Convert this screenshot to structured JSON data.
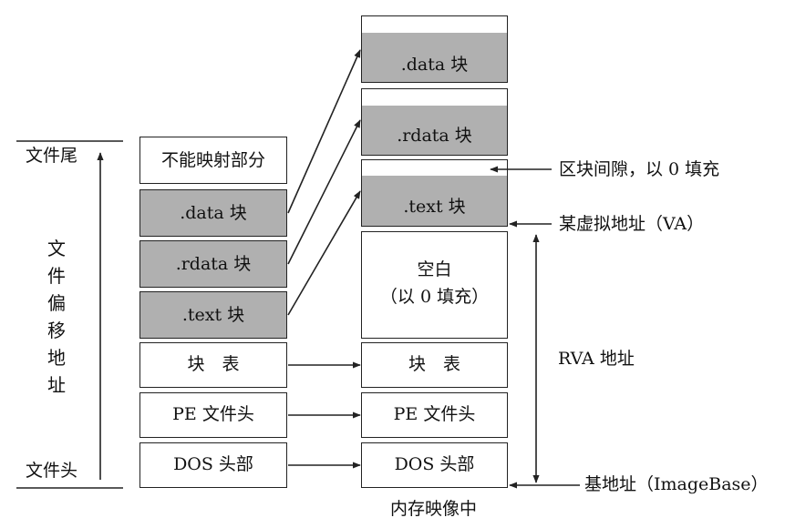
{
  "file_column": {
    "blocks": [
      {
        "id": "unmapped",
        "label": "不能映射部分",
        "shaded": false
      },
      {
        "id": "data",
        "label": ".data 块",
        "shaded": true
      },
      {
        "id": "rdata",
        "label": ".rdata 块",
        "shaded": true
      },
      {
        "id": "text",
        "label": ".text 块",
        "shaded": true
      },
      {
        "id": "section-table",
        "label": "块　表",
        "shaded": false
      },
      {
        "id": "pe-header",
        "label": "PE 文件头",
        "shaded": false
      },
      {
        "id": "dos-header",
        "label": "DOS 头部",
        "shaded": false
      }
    ]
  },
  "memory_column": {
    "title": "内存映像中",
    "blocks": [
      {
        "id": "data",
        "label": ".data 块",
        "shaded": true
      },
      {
        "id": "rdata",
        "label": ".rdata 块",
        "shaded": true
      },
      {
        "id": "text",
        "label": ".text 块",
        "shaded": true
      },
      {
        "id": "blank",
        "label": "空白",
        "sublabel": "（以 0 填充）",
        "shaded": false
      },
      {
        "id": "section-table",
        "label": "块　表",
        "shaded": false
      },
      {
        "id": "pe-header",
        "label": "PE 文件头",
        "shaded": false
      },
      {
        "id": "dos-header",
        "label": "DOS 头部",
        "shaded": false
      }
    ]
  },
  "file_offset_axis": {
    "top_label": "文件尾",
    "bottom_label": "文件头",
    "vertical_label": [
      "文",
      "件",
      "偏",
      "移",
      "地",
      "址"
    ]
  },
  "annotations": {
    "gap": "区块间隙，以 0 填充",
    "va": "某虚拟地址（VA）",
    "rva": "RVA 地址",
    "image_base": "基地址（ImageBase）"
  },
  "colors": {
    "line": "#222222",
    "shade": "#b0b0b0",
    "background": "#ffffff"
  }
}
